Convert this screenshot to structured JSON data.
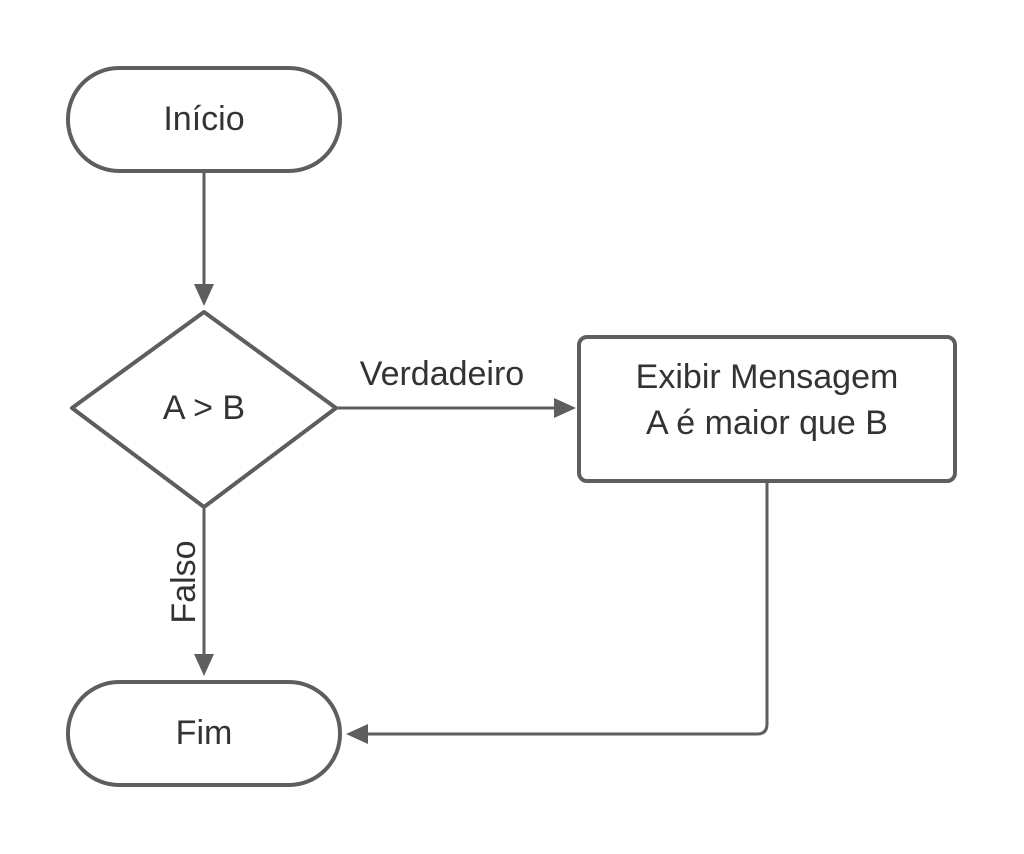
{
  "nodes": {
    "start": {
      "label": "Início"
    },
    "decision": {
      "label": "A > B"
    },
    "process": {
      "line1": "Exibir Mensagem",
      "line2": "A é maior que B"
    },
    "end": {
      "label": "Fim"
    }
  },
  "edges": {
    "true_label": "Verdadeiro",
    "false_label": "Falso"
  },
  "colors": {
    "stroke": "#5e5e5e",
    "text": "#333333",
    "background": "#ffffff"
  }
}
